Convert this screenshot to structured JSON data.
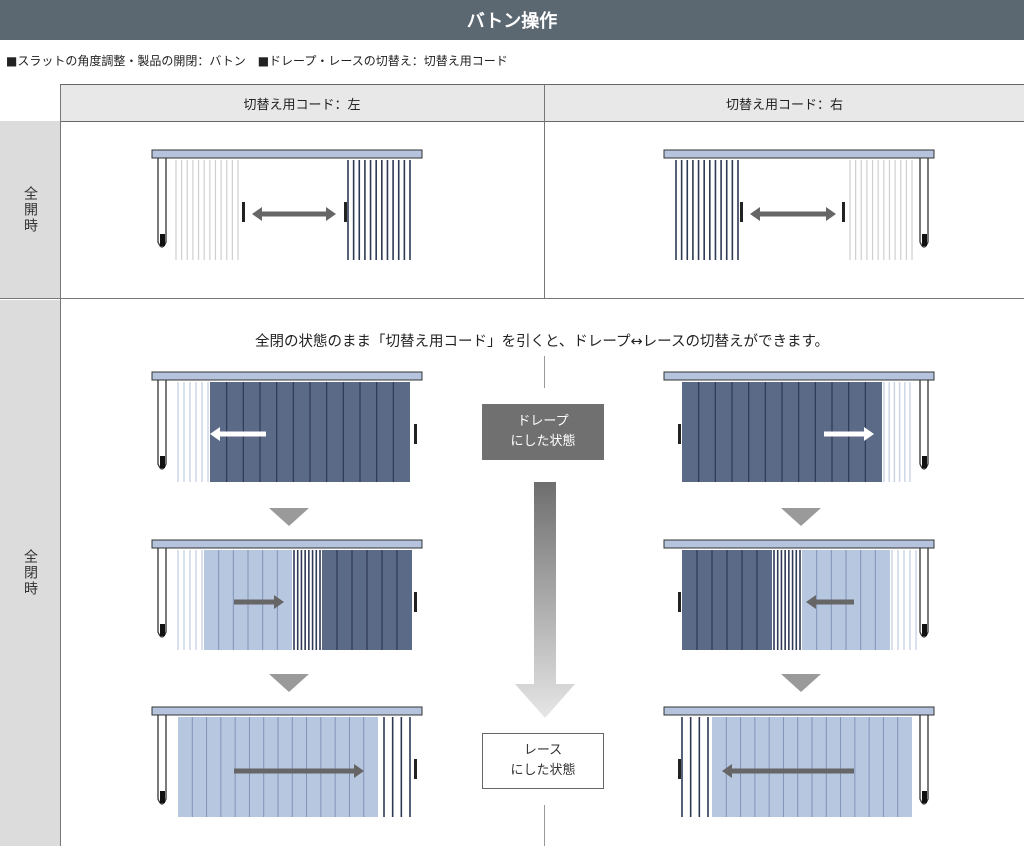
{
  "header": {
    "title": "バトン操作"
  },
  "subtitle": "■スラットの角度調整・製品の開閉：バトン　■ドレープ・レースの切替え：切替え用コード",
  "columns": {
    "left": "切替え用コード：左",
    "right": "切替え用コード：右"
  },
  "rows": {
    "open": "全開時",
    "closed": "全閉時"
  },
  "note": "全閉の状態のまま「切替え用コード」を引くと、ドレープ↔レースの切替えができます。",
  "states": {
    "drape": [
      "ドレープ",
      "にした状態"
    ],
    "lace": [
      "レース",
      "にした状態"
    ]
  },
  "colors": {
    "drape": "#5a6a87",
    "drape_line": "#2e3a55",
    "lace": "#b8c7e0",
    "lace_line": "#7f93b8",
    "rail": "#b6c3dc",
    "arrow": "#666666",
    "triangle": "#9a9a9a"
  },
  "icons": {
    "direction": "double-arrow-icon",
    "step": "triangle-down-icon",
    "transition": "gradient-down-arrow-icon"
  }
}
